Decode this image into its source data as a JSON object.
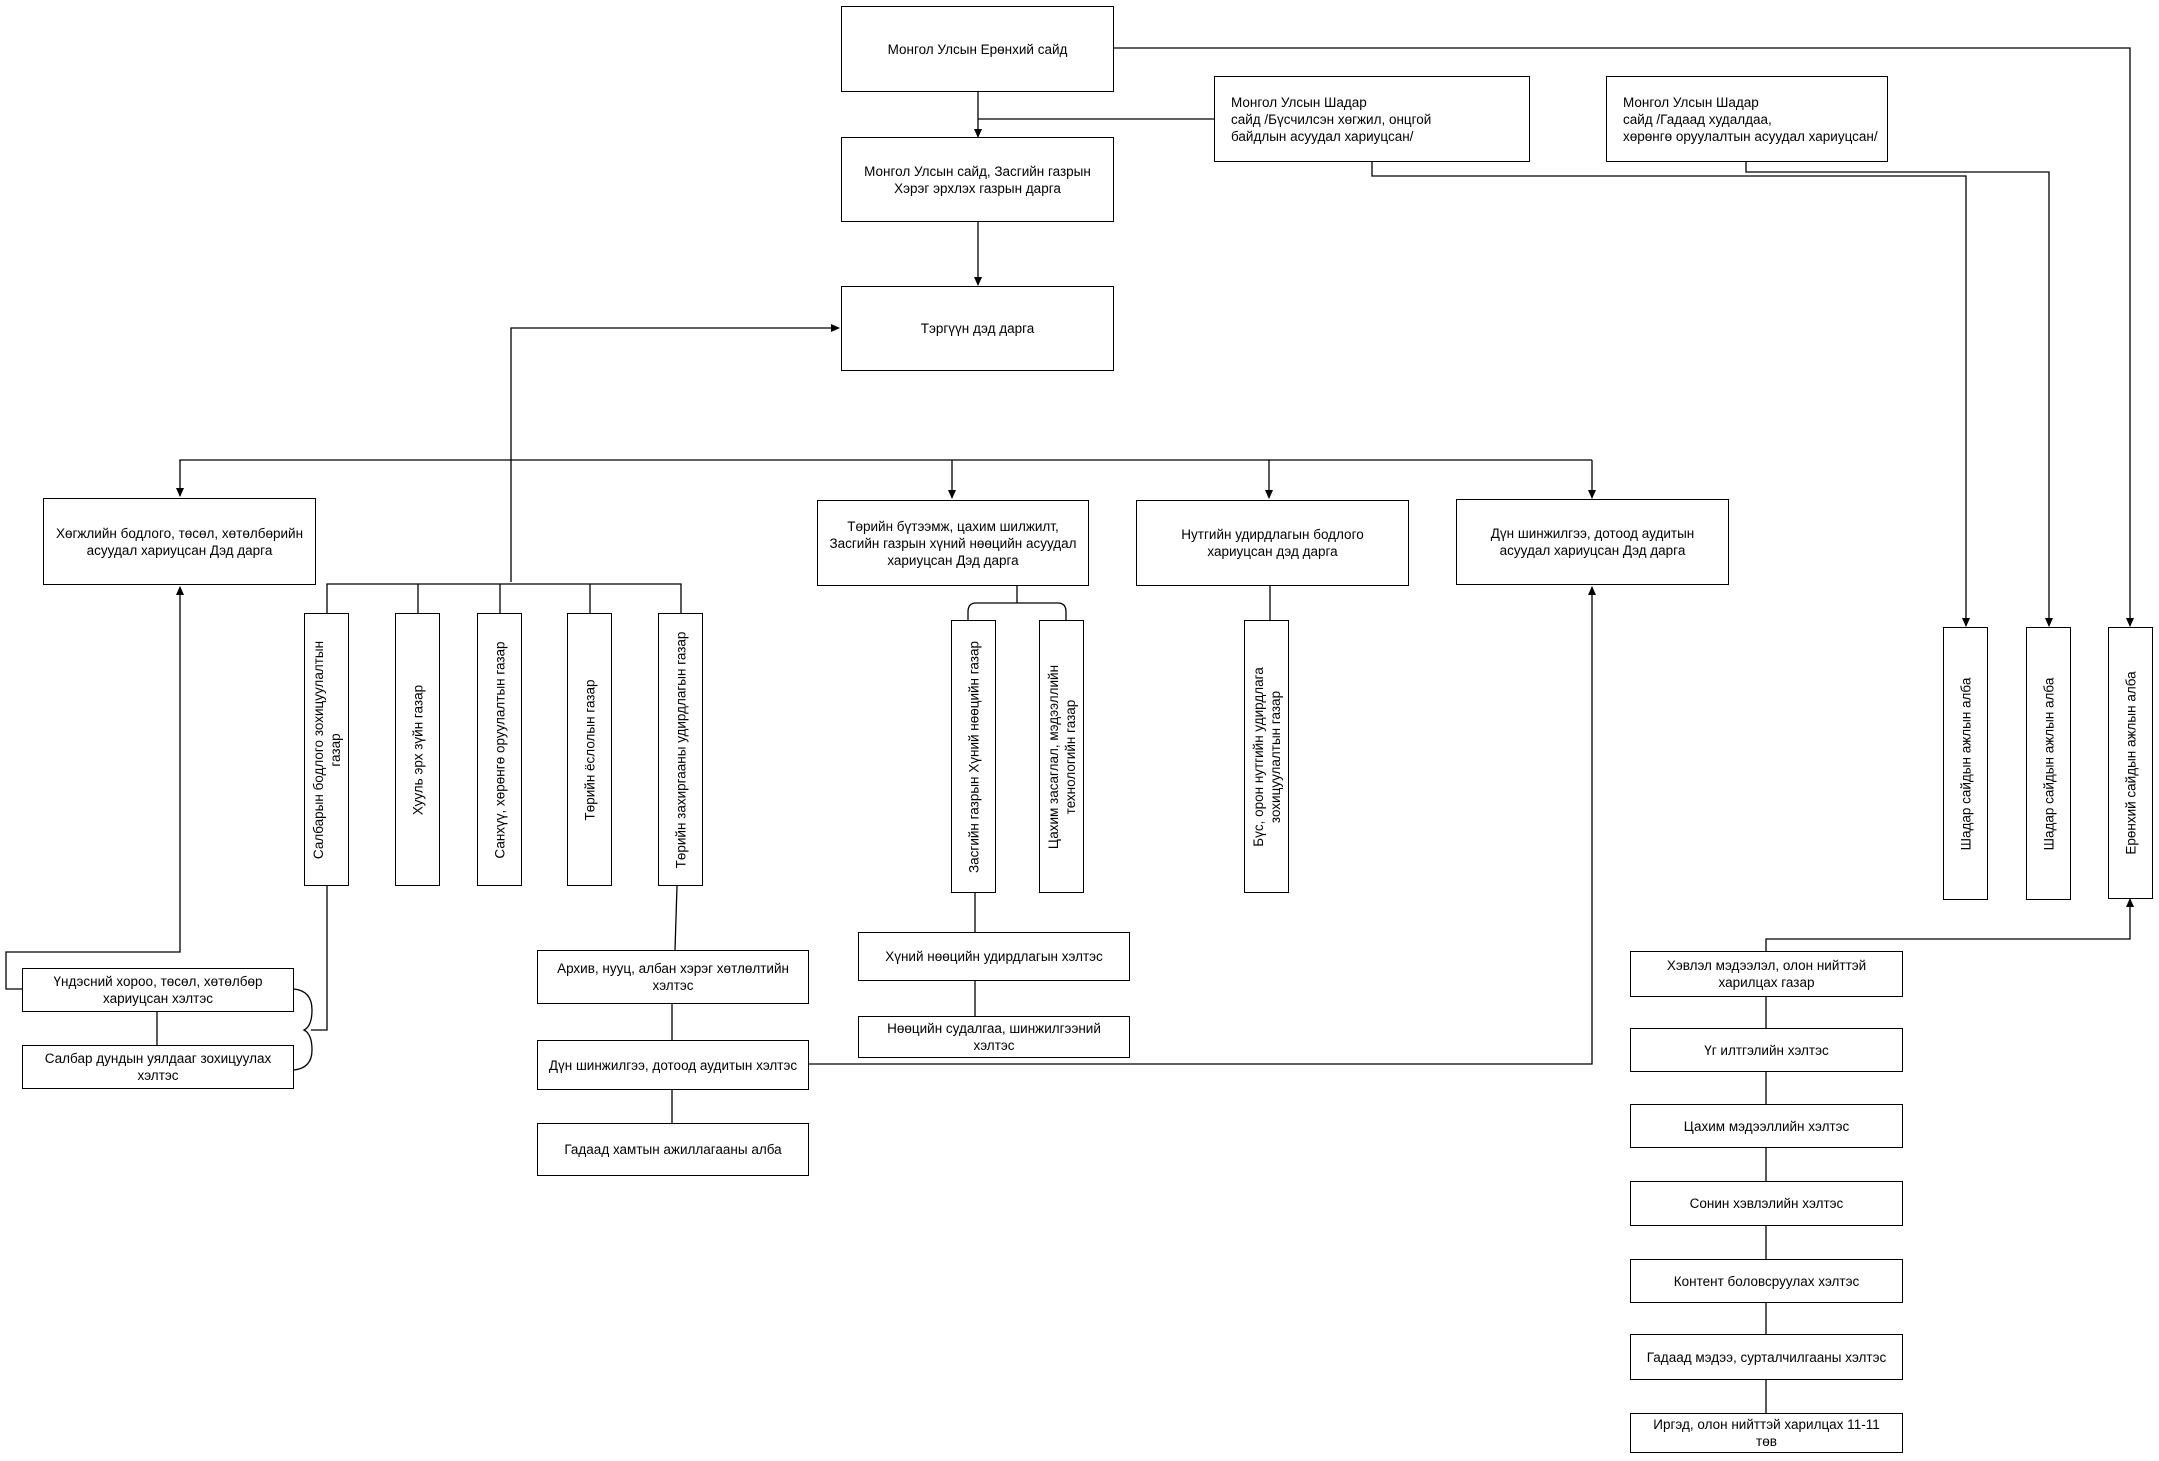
{
  "nodes": {
    "pm": "Монгол Улсын Ерөнхий сайд",
    "minister_cabinet": "Монгол Улсын сайд, Засгийн газрын\nХэрэг эрхлэх газрын дарга",
    "deputy_pm_1": "Монгол Улсын Шадар\nсайд                    /Бүсчилсэн хөгжил, онцгой\nбайдлын асуудал хариуцсан/",
    "deputy_pm_2": "Монгол Улсын Шадар\nсайд                    /Гадаад худалдаа,\nхөрөнгө оруулалтын асуудал хариуцсан/",
    "first_deputy_head": "Тэргүүн дэд дарга",
    "deputy_dev_policy": "Хөгжлийн бодлого, төсөл, хөтөлбөрийн\nасуудал хариуцсан Дэд дарга",
    "deputy_structure": "Төрийн бүтээмж, цахим шилжилт,\nЗасгийн газрын хүний нөөцийн асуудал\nхариуцсан Дэд дарга",
    "deputy_local": "Нутгийн удирдлагын бодлого\nхариуцсан дэд дарга",
    "deputy_audit": "Дүн шинжилгээ, дотоод аудитын\nасуудал хариуцсан Дэд дарга",
    "dept_sector_policy": "Салбарын бодлого зохицуулалтын\nгазар",
    "dept_legal": "Хууль эрх зүйн газар",
    "dept_finance": "Санхүү, хөрөнгө оруулалтын газар",
    "dept_protocol": "Төрийн ёслолын газар",
    "dept_public_admin": "Төрийн захиргааны удирдлагын газар",
    "dept_hr": "Засгийн газрын Хүний нөөцийн газар",
    "dept_egov": "Цахим засаглал, мэдээллийн\nтехнологийн газар",
    "dept_regional": "Бүс, орон нутгийн удирдлага\nзохицуулалтын газар",
    "office_deputy_1": "Шадар сайдын ажлын алба",
    "office_deputy_2": "Шадар сайдын ажлын алба",
    "office_pm": "Ерөнхий сайдын ажлын алба",
    "div_national_committee": "Үндэсний хороо, төсөл, хөтөлбөр\nхариуцсан хэлтэс",
    "div_intersector": "Салбар дундын уялдааг зохицуулах\nхэлтэс",
    "div_archive": "Архив, нууц, албан хэрэг хөтлөлтийн\nхэлтэс",
    "div_internal_audit": "Дүн шинжилгээ, дотоод аудитын хэлтэс",
    "div_foreign_coop": "Гадаад хамтын ажиллагааны алба",
    "div_hr_mgmt": "Хүний нөөцийн удирдлагын хэлтэс",
    "div_hr_research": "Нөөцийн судалгаа, шинжилгээний\nхэлтэс",
    "dept_press": "Хэвлэл мэдээлэл, олон нийттэй\nхарилцах газар",
    "div_speech": "Үг илтгэлийн хэлтэс",
    "div_digital_info": "Цахим мэдээллийн хэлтэс",
    "div_newspaper": "Сонин хэвлэлийн хэлтэс",
    "div_content": "Контент боловсруулах хэлтэс",
    "div_foreign_news": "Гадаад мэдээ, сурталчилгааны хэлтэс",
    "div_call_center": "Иргэд, олон нийттэй харилцах 11-11\nтөв"
  }
}
